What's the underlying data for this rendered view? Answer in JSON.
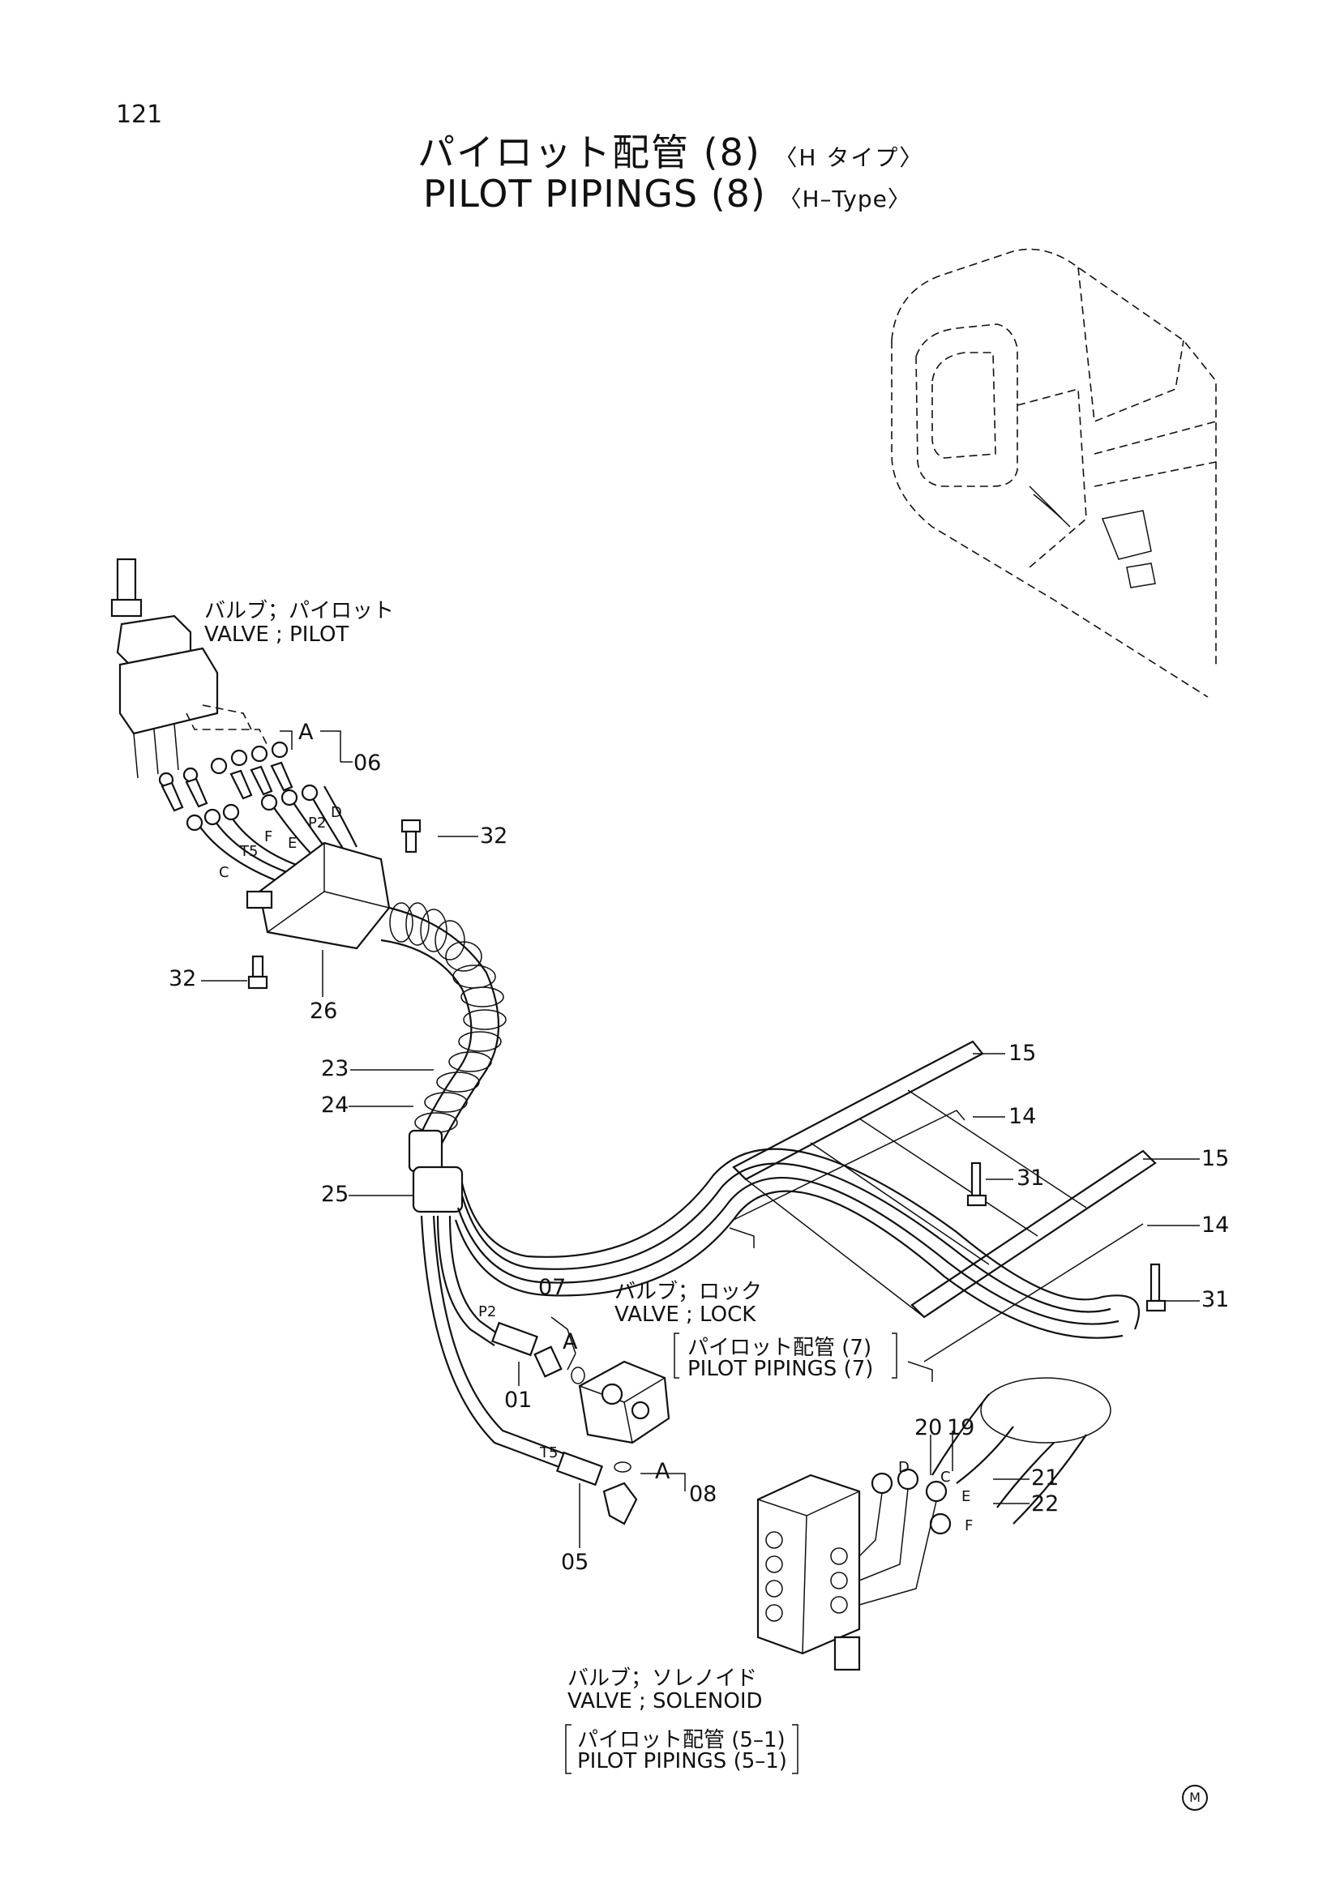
{
  "page": {
    "number": "121"
  },
  "title": {
    "jp": "パイロット配管 (8)",
    "jp_sub": "〈H タイプ〉",
    "en": "PILOT  PIPINGS (8)",
    "en_sub": "〈H–Type〉"
  },
  "components": {
    "pilot_valve": {
      "jp": "バルブ；パイロット",
      "en": "VALVE ; PILOT"
    },
    "lock_valve": {
      "jp": "バルブ；ロック",
      "en": "VALVE ; LOCK",
      "ref_jp": "パイロット配管 (7)",
      "ref_en": "PILOT  PIPINGS (7)"
    },
    "solenoid_valve": {
      "jp": "バルブ；ソレノイド",
      "en": "VALVE ; SOLENOID",
      "ref_jp": "パイロット配管 (5–1)",
      "ref_en": "PILOT  PIPINGS (5–1)"
    }
  },
  "callouts": [
    "06",
    "32",
    "32",
    "26",
    "23",
    "24",
    "25",
    "15",
    "14",
    "31",
    "15",
    "14",
    "31",
    "07",
    "01",
    "05",
    "08",
    "20",
    "19",
    "21",
    "22"
  ],
  "port_letters": [
    "A",
    "A",
    "A",
    "P2",
    "D",
    "E",
    "F",
    "T5",
    "C",
    "P2",
    "T5",
    "D",
    "C",
    "E",
    "F"
  ],
  "mark": "M"
}
